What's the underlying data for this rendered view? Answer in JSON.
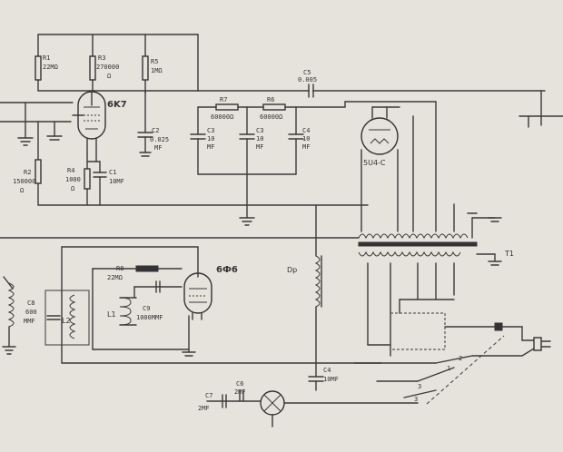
{
  "labels": {
    "r1": "R1",
    "r1_val": "22MΩ",
    "r3": "R3",
    "r3_val": "270000",
    "r3_unit": "Ω",
    "r5": "R5",
    "r5_val": "1MΩ",
    "c5": "C5",
    "c5_val": "0.005",
    "tube1": "6K7",
    "c2": "C2",
    "c2_val": "0.025",
    "c2_unit": "MF",
    "r7": "R7",
    "r7_val": "60000Ω",
    "r6": "R6",
    "r6_val": "60000Ω",
    "c3a": "C3",
    "c3a_val": "10",
    "c3a_unit": "MF",
    "c3b": "C3",
    "c3b_val": "10",
    "c3b_unit": "MF",
    "c4a": "C4",
    "c4a_val": "10",
    "c4a_unit": "MF",
    "rect": "5U4-C",
    "r2": "R2",
    "r2_val": "150000",
    "r2_unit": "Ω",
    "r4": "R4",
    "r4_val": "1000",
    "r4_unit": "Ω",
    "c1": "C1",
    "c1_val": "10MF",
    "t1": "T1",
    "r8": "R8",
    "r8_val": "22MΩ",
    "c9": "C9",
    "c9_val": "1000MMF",
    "tube2": "6Ф6",
    "c8": "C8",
    "c8_val": "600",
    "c8_unit": "MMF",
    "l2": "L2",
    "l1": "L1",
    "dr": "Dp",
    "c4b": "C4",
    "c4b_val": "10MF",
    "c6": "C6",
    "c6_val": "2MF",
    "c7": "C7",
    "c7_val": "2MF",
    "sw1": "1",
    "sw2": "2",
    "sw3": "3",
    "sw4": "3"
  }
}
